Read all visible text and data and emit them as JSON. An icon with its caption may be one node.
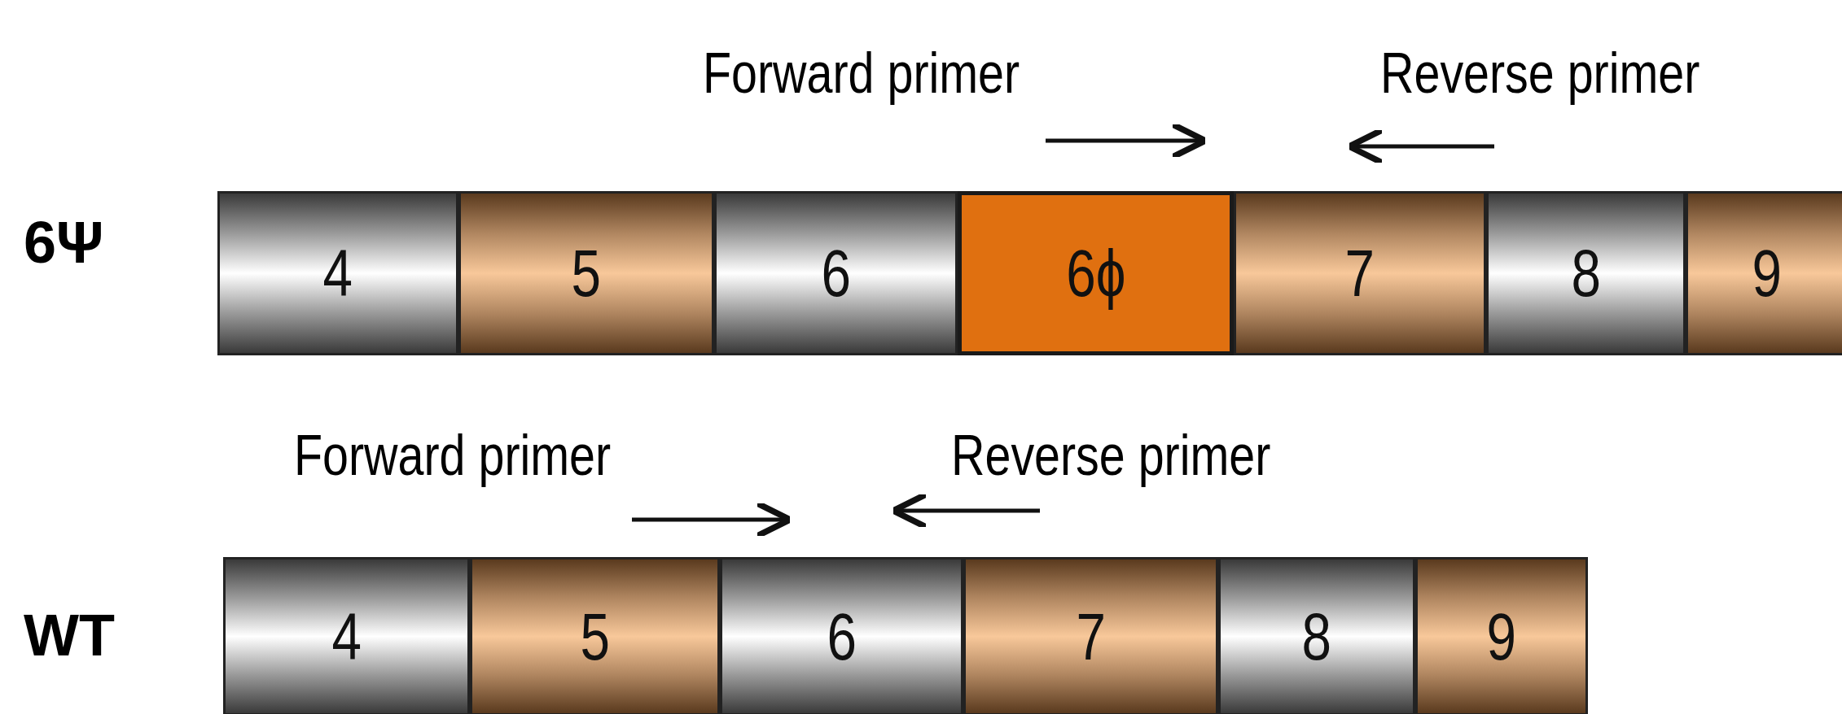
{
  "diagram": {
    "nodes": [
      {
        "text": [
          "4"
        ]
      },
      {
        "text": [
          "5"
        ]
      },
      {
        "text": [
          "6"
        ]
      },
      {
        "text": [
          "6ϕ"
        ]
      },
      {
        "text": [
          "7"
        ]
      },
      {
        "text": [
          "8"
        ]
      },
      {
        "text": [
          "9"
        ]
      },
      {
        "text": [
          "4"
        ]
      },
      {
        "text": [
          "5"
        ]
      },
      {
        "text": [
          "6"
        ]
      },
      {
        "text": [
          "7"
        ]
      },
      {
        "text": [
          "8"
        ]
      },
      {
        "text": [
          "9"
        ]
      }
    ],
    "labels": [
      "Forward primer",
      "Reverse primer",
      "6Ψ",
      "Forward primer",
      "Reverse primer",
      "WT"
    ]
  }
}
